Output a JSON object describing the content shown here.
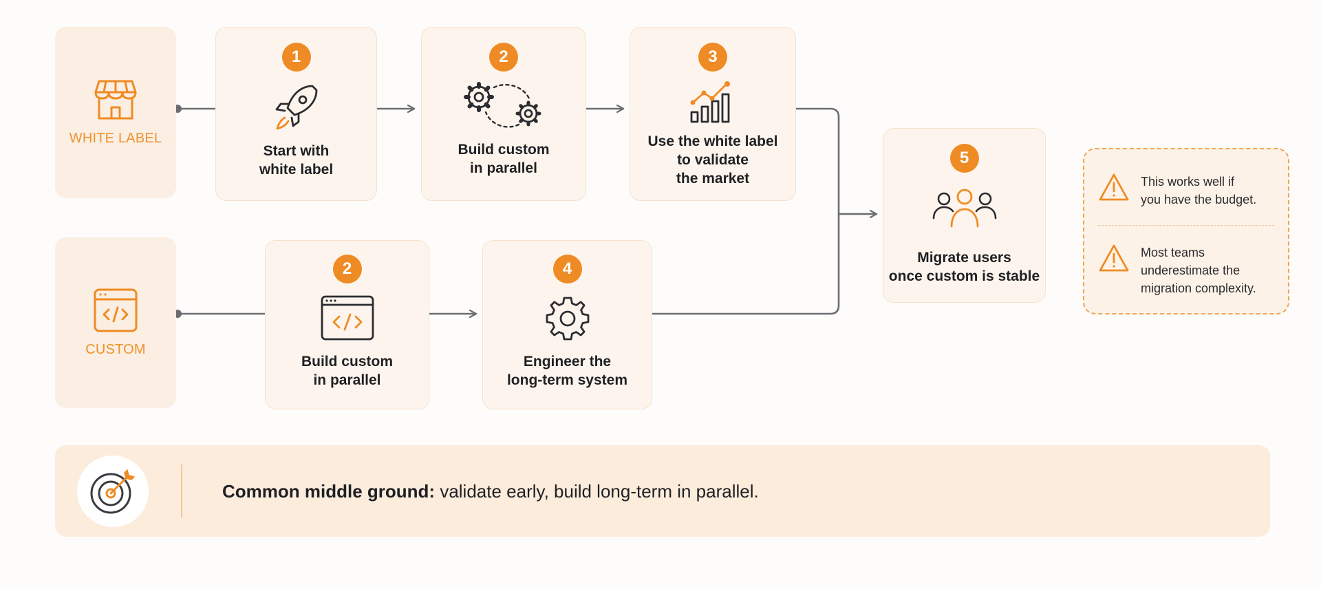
{
  "lanes": [
    {
      "label": "WHITE LABEL",
      "icon": "storefront-icon"
    },
    {
      "label": "CUSTOM",
      "icon": "code-window-icon"
    }
  ],
  "steps": [
    {
      "number": "1",
      "text": "Start with\nwhite label",
      "icon": "rocket-icon"
    },
    {
      "number": "2",
      "text": "Build custom\nin parallel",
      "icon": "gears-icon"
    },
    {
      "number": "3",
      "text": "Use the white label\nto validate\nthe market",
      "icon": "growth-chart-icon"
    },
    {
      "number": "2",
      "text": "Build custom\nin parallel",
      "icon": "code-window-icon"
    },
    {
      "number": "4",
      "text": "Engineer the\nlong-term system",
      "icon": "gear-icon"
    },
    {
      "number": "5",
      "text": "Migrate users\nonce custom is stable",
      "icon": "users-icon"
    }
  ],
  "notes": [
    {
      "text": "This works well if\nyou have the budget.",
      "icon": "warning-icon"
    },
    {
      "text": "Most teams\nunderestimate the\nmigration complexity.",
      "icon": "warning-icon"
    }
  ],
  "banner": {
    "bold": "Common middle ground:",
    "text": " validate early, build long-term in parallel.",
    "icon": "target-icon"
  },
  "colors": {
    "accent": "#ef8b24",
    "lane_bg": "#fbeee2",
    "card_bg": "#fdf5ed",
    "line": "#6b6d72"
  }
}
